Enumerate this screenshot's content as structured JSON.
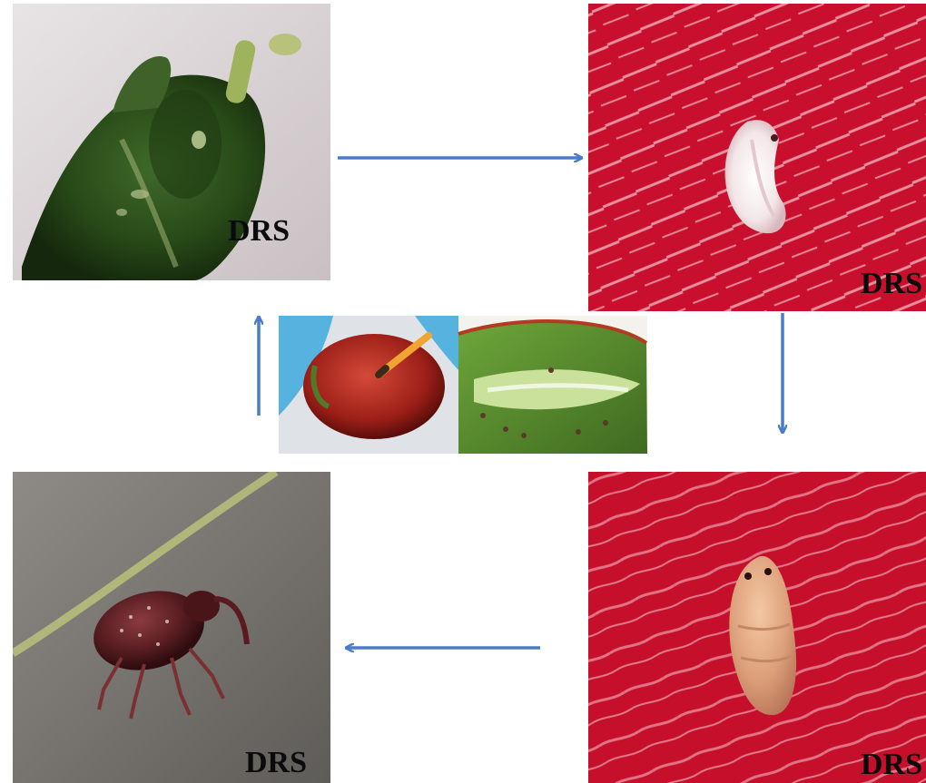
{
  "panels": {
    "egg": {
      "label": "DRS"
    },
    "larva": {
      "label": "DRS"
    },
    "pupa": {
      "label": "DRS"
    },
    "adult": {
      "label": "DRS"
    }
  },
  "colors": {
    "arrow": "#4a7cc9",
    "red_background": "#c8102e",
    "pepper_green": "#2f4a1e"
  }
}
